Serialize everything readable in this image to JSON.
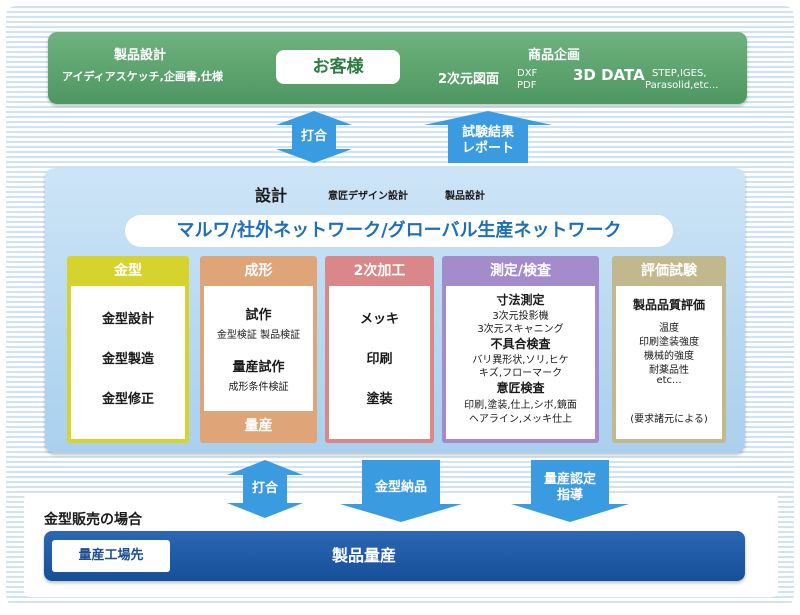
{
  "customer": {
    "label": "お客様",
    "product_design": {
      "title": "製品設計",
      "detail": "アイディアスケッチ,企画書,仕様"
    },
    "product_planning": {
      "title": "商品企画",
      "drawing_label": "2次元図面",
      "drawing_formats": [
        "DXF",
        "PDF"
      ],
      "data_label": "3D DATA",
      "data_formats": [
        "STEP,IGES,",
        "Parasolid,etc..."
      ]
    }
  },
  "arrows_upper": {
    "meeting": "打合",
    "test_report": [
      "試験結果",
      "レポート"
    ]
  },
  "design": {
    "title": "設計",
    "sub1": "意匠デザイン設計",
    "sub2": "製品設計",
    "network": "マルワ/社外ネットワーク/グローバル生産ネットワーク"
  },
  "columns": {
    "mold": {
      "header": "金型",
      "items": [
        "金型設計",
        "金型製造",
        "金型修正"
      ]
    },
    "molding": {
      "header": "成形",
      "trial": "試作",
      "trial_sub": "金型検証  製品検証",
      "mass_trial": "量産試作",
      "mass_trial_sub": "成形条件検証",
      "footer": "量産"
    },
    "secondary": {
      "header": "2次加工",
      "items": [
        "メッキ",
        "印刷",
        "塗装"
      ]
    },
    "measurement": {
      "header": "測定/検査",
      "dimension": "寸法測定",
      "dimension_items": [
        "3次元投影機",
        "3次元スキャニング"
      ],
      "defect": "不具合検査",
      "defect_items": [
        "バリ異形状,ソリ,ヒケ",
        "キズ,フローマーク"
      ],
      "design_inspection": "意匠検査",
      "design_items": [
        "印刷,塗装,仕上,シボ,鏡面",
        "ヘアライン,メッキ仕上"
      ]
    },
    "evaluation": {
      "header": "評価試験",
      "title": "製品品質評価",
      "items": [
        "温度",
        "印刷塗装強度",
        "機械的強度",
        "耐薬品性",
        "etc..."
      ],
      "note": "(要求諸元による)"
    }
  },
  "arrows_lower": {
    "meeting": "打合",
    "mold_delivery": "金型納品",
    "mass_approval": [
      "量産認定",
      "指導"
    ]
  },
  "bottom": {
    "case_label": "金型販売の場合",
    "factory": "量産工場先",
    "production": "製品量産"
  },
  "colors": {
    "green": "#5aa46c",
    "design_blue": "#b8daf2",
    "arrow_blue": "#3a9be0",
    "mold": "#d6d22e",
    "molding": "#dfa477",
    "secondary": "#d98788",
    "measurement": "#a48ccc",
    "evaluation": "#c2b88e",
    "production": "#1f5ba6"
  }
}
